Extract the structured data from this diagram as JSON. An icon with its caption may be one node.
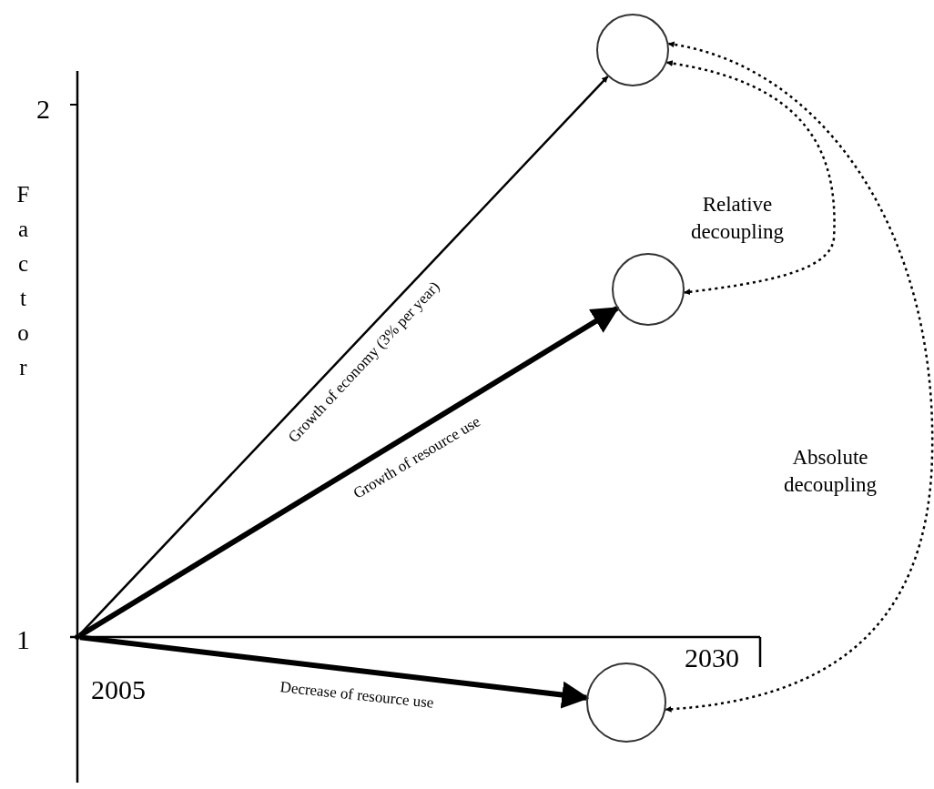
{
  "diagram": {
    "nodes": [
      {
        "text": [],
        "shape": "circle"
      },
      {
        "text": [],
        "shape": "circle"
      },
      {
        "text": [],
        "shape": "circle"
      },
      {
        "text": [],
        "shape": "dot"
      }
    ],
    "edges": [
      {
        "from": 3,
        "to": 0,
        "arrow": "to",
        "label": "Growth of economy (3% per year)"
      },
      {
        "from": 3,
        "to": 1,
        "arrow": "to",
        "label": "Growth of resource use",
        "style": "thick"
      },
      {
        "from": 3,
        "to": 2,
        "arrow": "to",
        "label": "Decrease of resource use",
        "style": "thick"
      },
      {
        "from": 0,
        "to": 1,
        "arrow": "both",
        "label": "Relative decoupling",
        "style": "dashed"
      },
      {
        "from": 0,
        "to": 2,
        "arrow": "both",
        "label": "Absolute decoupling",
        "style": "dashed"
      }
    ],
    "labels": [
      "2",
      "Factor",
      "1",
      "2005",
      "2030"
    ]
  }
}
